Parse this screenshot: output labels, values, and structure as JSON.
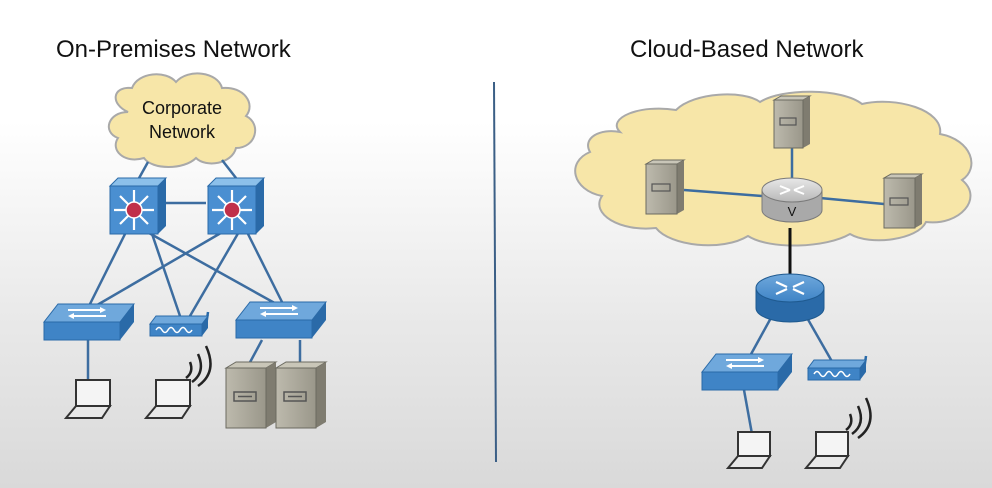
{
  "diagram": {
    "left_title": "On-Premises Network",
    "right_title": "Cloud-Based Network",
    "left_cloud_label_line1": "Corporate",
    "left_cloud_label_line2": "Network",
    "virtual_router_label": "V"
  },
  "colors": {
    "device_blue": "#4a8fd1",
    "device_blue_dark": "#2a6aa8",
    "device_blue_light": "#8cc0ea",
    "link_blue": "#3d6da0",
    "cloud_fill": "#f7e6a8",
    "cloud_stroke": "#a9a9a9",
    "server_fill": "#a9a698",
    "divider": "#3b5f86"
  },
  "icons": {
    "multilayer_switch": "multilayer-switch-icon",
    "switch": "switch-icon",
    "router": "router-icon",
    "wireless_ap": "wireless-access-point-icon",
    "server": "server-icon",
    "laptop": "laptop-icon",
    "cloud": "cloud-icon"
  }
}
